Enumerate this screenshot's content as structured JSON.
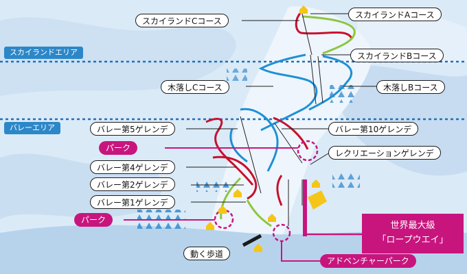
{
  "areas": {
    "skyland_area": "スカイランドエリア",
    "valley_area": "バレーエリア"
  },
  "courses": {
    "skyland_c": "スカイランドCコース",
    "skyland_a": "スカイランドAコース",
    "skyland_b": "スカイランドBコース",
    "kiotoshi_c": "木落しCコース",
    "kiotoshi_b": "木落しBコース",
    "valley_5": "バレー第5ゲレンデ",
    "valley_10": "バレー第10ゲレンデ",
    "recreation": "レクリエーションゲレンデ",
    "valley_4": "バレー第4ゲレンデ",
    "valley_2": "バレー第2ゲレンデ",
    "valley_1": "バレー第1ゲレンデ"
  },
  "facilities": {
    "park_upper": "パーク",
    "park_lower": "パーク",
    "moving_walkway": "動く歩道",
    "adventure_park": "アドベンチャーパーク",
    "ropeway_line1": "世界最大級",
    "ropeway_line2": "「ロープウエイ」"
  },
  "colors": {
    "red_course": "#c8102e",
    "blue_course": "#1e90d6",
    "green_course": "#8dc63f",
    "magenta": "#c8157e",
    "area_badge": "#2c87c8",
    "lodge": "#f5c518"
  }
}
